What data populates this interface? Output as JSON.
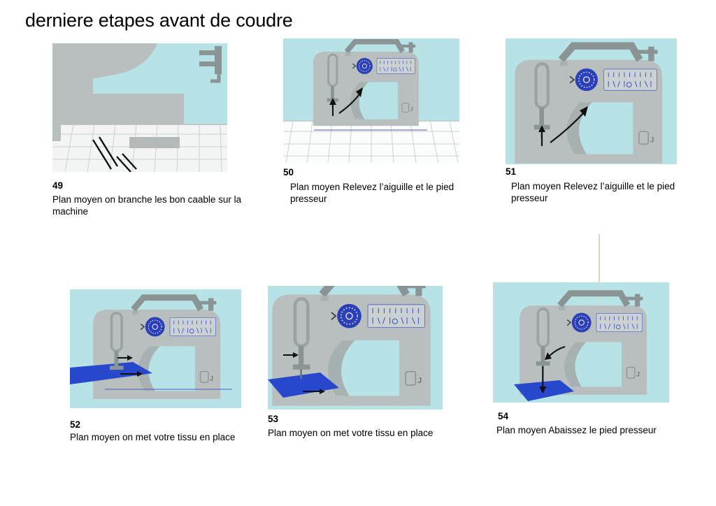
{
  "page": {
    "title": "derniere etapes avant de coudre"
  },
  "illustration": {
    "bobbin_label": "J"
  },
  "colors": {
    "panel_background": "#b7e3e6",
    "machine_body": "#b9bfbe",
    "machine_dark": "#8b9494",
    "dial_blue": "#2b3fb8",
    "fabric_blue": "#2748cc",
    "guide_line_blue": "#4a5fc0"
  },
  "panels": [
    {
      "number": "49",
      "caption": "Plan moyen on branche les bon caable sur la machine"
    },
    {
      "number": "50",
      "caption": "Plan moyen Relevez l’aiguille et le pied presseur"
    },
    {
      "number": "51",
      "caption": "Plan moyen Relevez l’aiguille et le pied presseur"
    },
    {
      "number": "52",
      "caption": "Plan moyen on met votre tissu en place"
    },
    {
      "number": "53",
      "caption": "Plan moyen on met votre tissu en place"
    },
    {
      "number": "54",
      "caption": "Plan moyen Abaissez le pied presseur"
    }
  ]
}
